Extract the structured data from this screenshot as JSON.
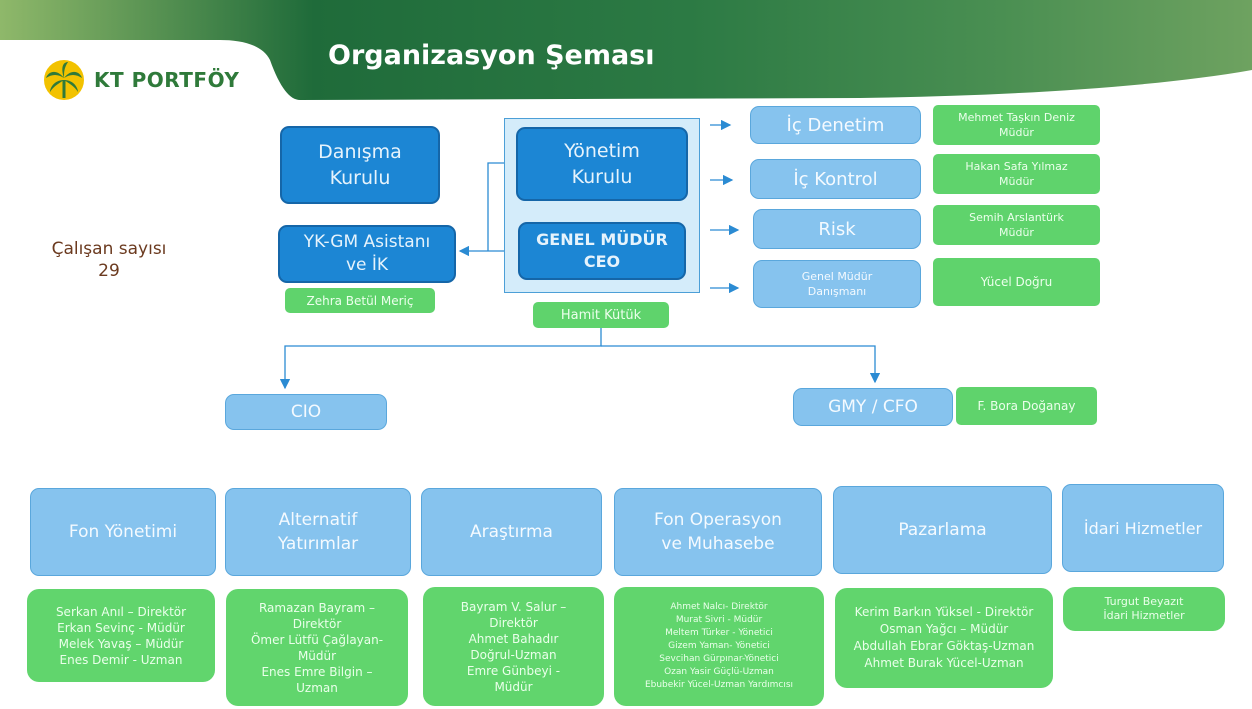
{
  "title": "Organizasyon Şeması",
  "brand": {
    "name": "KT PORTFÖY"
  },
  "employee_count": {
    "label": "Çalışan sayısı",
    "value": "29"
  },
  "top": {
    "danisma": "Danışma\nKurulu",
    "yonetim": "Yönetim\nKurulu",
    "ceo": "GENEL MÜDÜR\nCEO",
    "ceo_person": "Hamit Kütük",
    "asistan": "YK-GM Asistanı\nve İK",
    "asistan_person": "Zehra Betül Meriç"
  },
  "right": [
    {
      "unit": "İç Denetim",
      "person": "Mehmet Taşkın Deniz\nMüdür"
    },
    {
      "unit": "İç Kontrol",
      "person": "Hakan Safa Yılmaz\nMüdür"
    },
    {
      "unit": "Risk",
      "person": "Semih Arslantürk\nMüdür"
    },
    {
      "unit": "Genel Müdür\nDanışmanı",
      "person": "Yücel Doğru"
    }
  ],
  "mid": {
    "cio": "CIO",
    "cfo": "GMY / CFO",
    "cfo_person": "F. Bora Doğanay"
  },
  "departments": [
    {
      "name": "Fon Yönetimi",
      "staff": "Serkan Anıl – Direktör\nErkan Sevinç - Müdür\nMelek Yavaş – Müdür\nEnes Demir - Uzman"
    },
    {
      "name": "Alternatif\nYatırımlar",
      "staff": "Ramazan Bayram –\nDirektör\nÖmer Lütfü Çağlayan-\nMüdür\nEnes Emre Bilgin –\nUzman"
    },
    {
      "name": "Araştırma",
      "staff": "Bayram V. Salur –\nDirektör\nAhmet Bahadır\nDoğrul-Uzman\nEmre Günbeyi -\nMüdür"
    },
    {
      "name": "Fon Operasyon\nve Muhasebe",
      "staff": "Ahmet Nalcı- Direktör\nMurat Sivri - Müdür\nMeltem Türker - Yönetici\nGizem Yaman- Yönetici\nSevcihan Gürpınar-Yönetici\nOzan Yasir Güçlü-Uzman\nEbubekir Yücel-Uzman Yardımcısı"
    },
    {
      "name": "Pazarlama",
      "staff": "Kerim Barkın Yüksel - Direktör\nOsman Yağcı – Müdür\nAbdullah Ebrar Göktaş-Uzman\nAhmet Burak Yücel-Uzman"
    },
    {
      "name": "İdari Hizmetler",
      "staff": "Turgut Beyazıt\nİdari Hizmetler"
    }
  ]
}
